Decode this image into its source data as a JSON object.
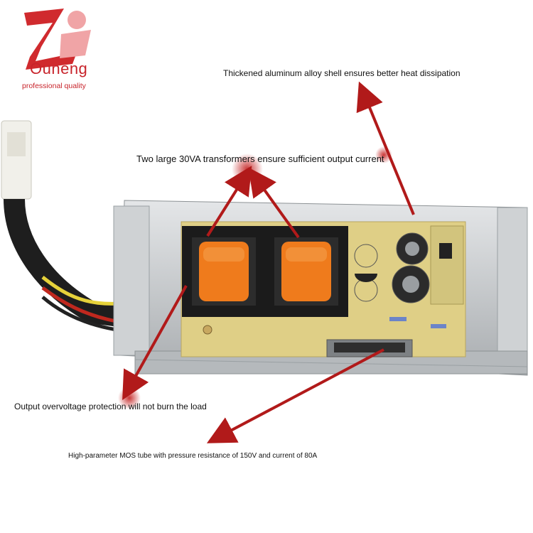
{
  "brand": {
    "name": "Ouneng",
    "tagline": "professional quality",
    "color": "#c8242b"
  },
  "callouts": {
    "shell": "Thickened aluminum alloy shell ensures better heat dissipation",
    "transformers": "Two large 30VA transformers ensure sufficient output current",
    "protection": "Output overvoltage protection will not burn the load",
    "mos": "High-parameter MOS tube with pressure resistance of 150V and current of 80A"
  },
  "colors": {
    "arrow": "#b11a1a",
    "pcb": "#dfcf86",
    "shell": "#c9ccce",
    "transformer_core": "#1b1b1b",
    "coil": "#ef7b1c"
  }
}
